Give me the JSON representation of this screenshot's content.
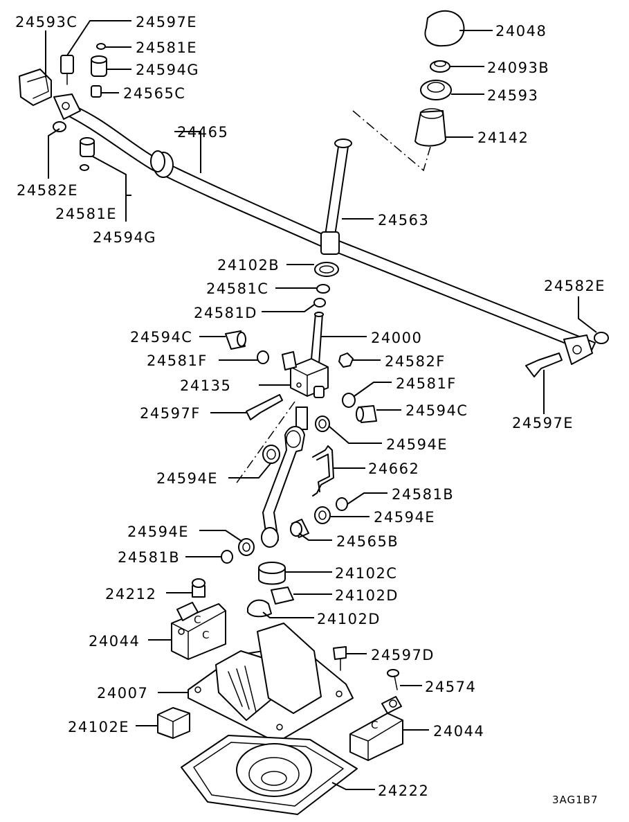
{
  "parts": [
    {
      "id": "p1",
      "label": "24593C"
    },
    {
      "id": "p2",
      "label": "24597E"
    },
    {
      "id": "p3",
      "label": "24581E"
    },
    {
      "id": "p4",
      "label": "24594G"
    },
    {
      "id": "p5",
      "label": "24565C"
    },
    {
      "id": "p6",
      "label": "24465"
    },
    {
      "id": "p7",
      "label": "24582E"
    },
    {
      "id": "p8",
      "label": "24581E"
    },
    {
      "id": "p9",
      "label": "24594G"
    },
    {
      "id": "p10",
      "label": "24048"
    },
    {
      "id": "p11",
      "label": "24093B"
    },
    {
      "id": "p12",
      "label": "24593"
    },
    {
      "id": "p13",
      "label": "24142"
    },
    {
      "id": "p14",
      "label": "24563"
    },
    {
      "id": "p15",
      "label": "24102B"
    },
    {
      "id": "p16",
      "label": "24581C"
    },
    {
      "id": "p17",
      "label": "24581D"
    },
    {
      "id": "p18",
      "label": "24582E"
    },
    {
      "id": "p19",
      "label": "24000"
    },
    {
      "id": "p20",
      "label": "24594C"
    },
    {
      "id": "p21",
      "label": "24581F"
    },
    {
      "id": "p22",
      "label": "24582F"
    },
    {
      "id": "p23",
      "label": "24135"
    },
    {
      "id": "p24",
      "label": "24581F"
    },
    {
      "id": "p25",
      "label": "24597F"
    },
    {
      "id": "p26",
      "label": "24594C"
    },
    {
      "id": "p27",
      "label": "24597E"
    },
    {
      "id": "p28",
      "label": "24594E"
    },
    {
      "id": "p29",
      "label": "24662"
    },
    {
      "id": "p30",
      "label": "24594E"
    },
    {
      "id": "p31",
      "label": "24581B"
    },
    {
      "id": "p32",
      "label": "24594E"
    },
    {
      "id": "p33",
      "label": "24594E"
    },
    {
      "id": "p34",
      "label": "24565B"
    },
    {
      "id": "p35",
      "label": "24581B"
    },
    {
      "id": "p36",
      "label": "24102C"
    },
    {
      "id": "p37",
      "label": "24212"
    },
    {
      "id": "p38",
      "label": "24102D"
    },
    {
      "id": "p39",
      "label": "24102D"
    },
    {
      "id": "p40",
      "label": "24044"
    },
    {
      "id": "p41",
      "label": "24597D"
    },
    {
      "id": "p42",
      "label": "24574"
    },
    {
      "id": "p43",
      "label": "24007"
    },
    {
      "id": "p44",
      "label": "24102E"
    },
    {
      "id": "p45",
      "label": "24044"
    },
    {
      "id": "p46",
      "label": "24222"
    }
  ],
  "diagram_code": "3AG1B7",
  "bracket_marks": [
    "C",
    "C",
    "C"
  ]
}
